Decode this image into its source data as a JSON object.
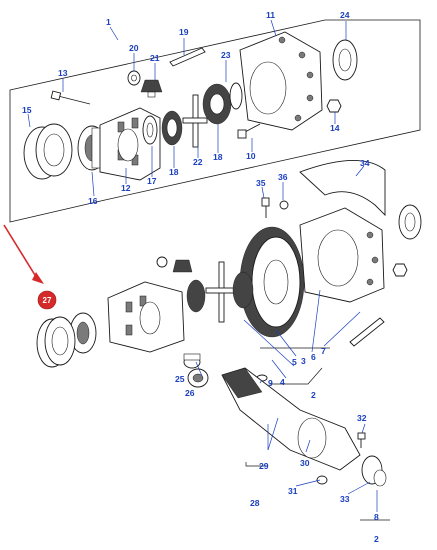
{
  "diagram": {
    "callouts": {
      "c1": "1",
      "c2a": "2",
      "c2b": "2",
      "c3": "3",
      "c4": "4",
      "c5": "5",
      "c6": "6",
      "c7": "7",
      "c8": "8",
      "c9": "9",
      "c10": "10",
      "c11": "11",
      "c12": "12",
      "c13": "13",
      "c14": "14",
      "c15": "15",
      "c16": "16",
      "c17": "17",
      "c18a": "18",
      "c18b": "18",
      "c19": "19",
      "c20": "20",
      "c21": "21",
      "c22": "22",
      "c23": "23",
      "c24": "24",
      "c25": "25",
      "c26": "26",
      "c28": "28",
      "c29": "29",
      "c30": "30",
      "c31": "31",
      "c32": "32",
      "c33": "33",
      "c34": "34",
      "c35": "35",
      "c36": "36"
    },
    "highlight": {
      "label": "27",
      "color": "#d62a2a"
    },
    "colors": {
      "callout_text": "#1a3fbf",
      "line_art": "#1a1a1a",
      "highlight_arrow": "#d62a2a"
    }
  }
}
